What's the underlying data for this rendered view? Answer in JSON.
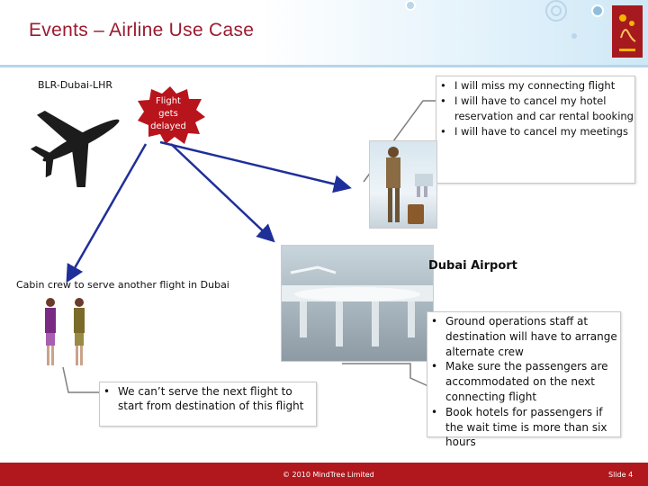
{
  "header": {
    "title": "Events – Airline Use Case"
  },
  "route_label": "BLR-Dubai-LHR",
  "event_badge": {
    "line1": "Flight",
    "line2": "gets",
    "line3": "delayed"
  },
  "passenger_concerns": [
    "I will miss my connecting flight",
    "I will have to cancel my hotel reservation and car rental booking",
    "I will have to cancel my meetings"
  ],
  "airport_label": "Dubai Airport",
  "crew_label": "Cabin crew to serve another flight in Dubai",
  "crew_concerns": [
    "We can’t serve the next flight to start from destination of this flight"
  ],
  "airport_concerns": [
    "Ground operations staff at destination will have to arrange alternate crew",
    "Make sure the passengers are accommodated on the next connecting flight",
    "Book hotels for passengers if the wait time is more than six hours"
  ],
  "footer": {
    "copyright": "© 2010 MindTree Limited",
    "slide": "Slide 4"
  },
  "colors": {
    "title": "#9b1b30",
    "footer": "#b0181d",
    "badge": "#b8141c",
    "arrow": "#1f2f9a"
  }
}
